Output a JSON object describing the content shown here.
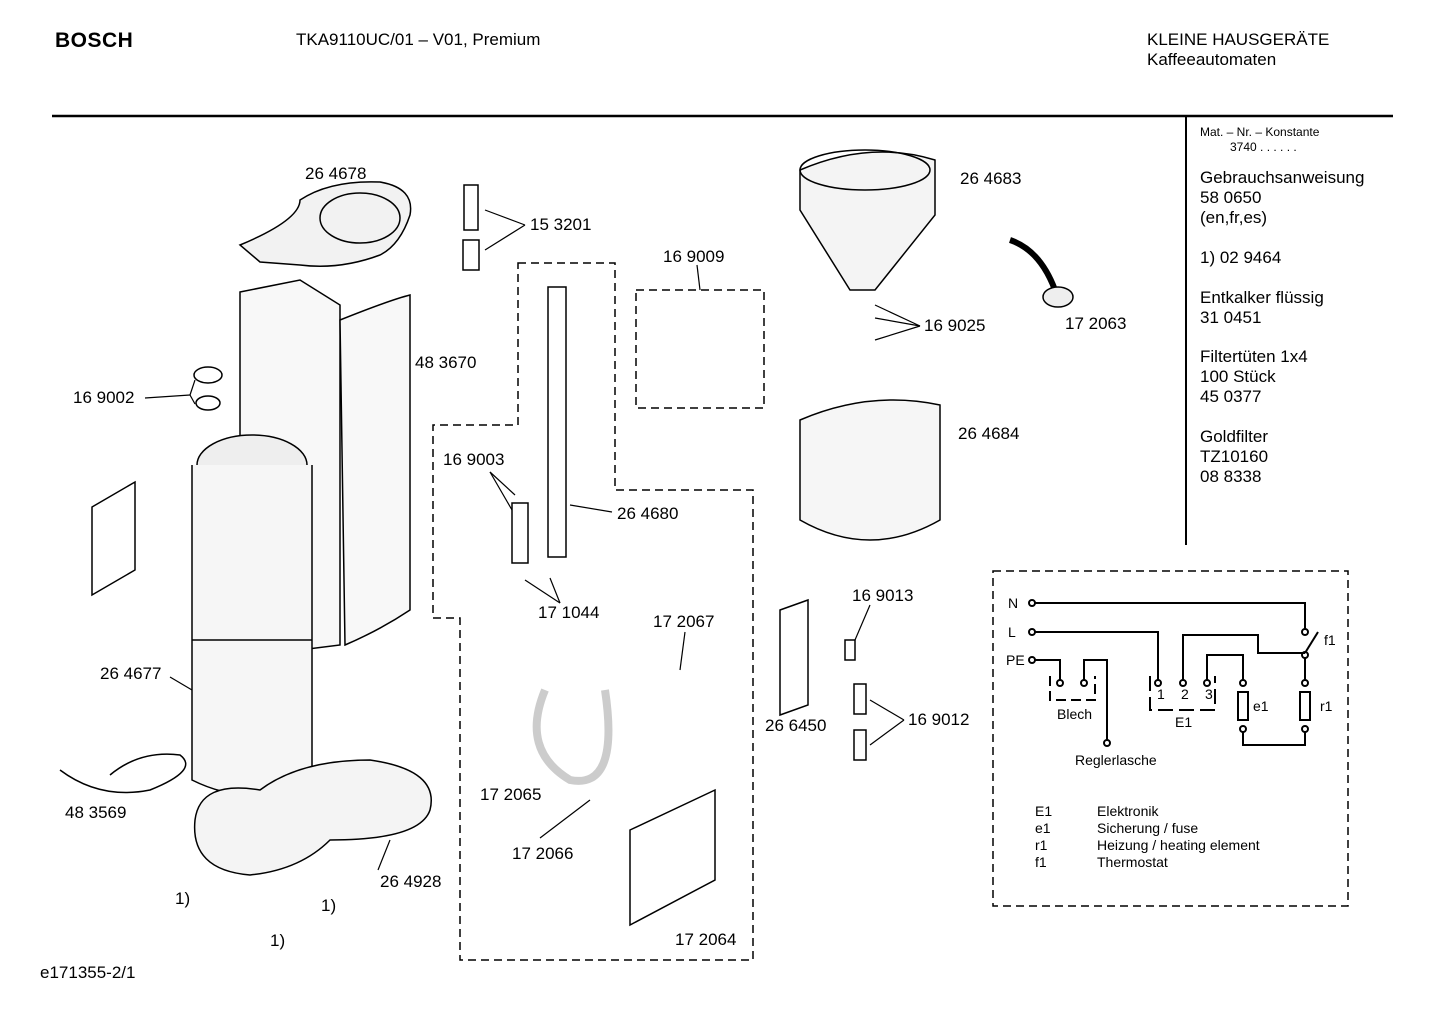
{
  "header": {
    "brand": "BOSCH",
    "model": "TKA9110UC/01 – V01, Premium",
    "category": "KLEINE HAUSGERÄTE",
    "subcategory": "Kaffeeautomaten"
  },
  "parts": [
    "26 4678",
    "15 3201",
    "16 9009",
    "26 4683",
    "48 3670",
    "16 9002",
    "16 9025",
    "17 2063",
    "26 4684",
    "16 9003",
    "26 4680",
    "17 1044",
    "17 2067",
    "16 9013",
    "26 4677",
    "26 6450",
    "16 9012",
    "48 3569",
    "17 2065",
    "17 2066",
    "26 4928",
    "17 2064"
  ],
  "footnote_marker": "1)",
  "info_panel": {
    "mat_nr": "Mat. – Nr. – Konstante",
    "mat_value": "3740  .  .  .  .  .  .",
    "manual_title": "Gebrauchsanweisung",
    "manual_nr": "58 0650",
    "manual_lang": "(en,fr,es)",
    "footnote_part": "1)  02 9464",
    "descaler": "Entkalker flüssig",
    "descaler_nr": "31 0451",
    "filters": "Filtertüten 1x4",
    "filters_qty": "100 Stück",
    "filters_nr": "45 0377",
    "goldfilter": "Goldfilter",
    "goldfilter_model": "TZ10160",
    "goldfilter_nr": "08 8338"
  },
  "wiring": {
    "N": "N",
    "L": "L",
    "PE": "PE",
    "blech": "Blech",
    "regler": "Reglerlasche",
    "t1": "1",
    "t2": "2",
    "t3": "3",
    "E1": "E1",
    "e1": "e1",
    "r1": "r1",
    "f1": "f1",
    "legend": [
      {
        "code": "E1",
        "desc": "Elektronik"
      },
      {
        "code": "e1",
        "desc": "Sicherung / fuse"
      },
      {
        "code": "r1",
        "desc": "Heizung / heating element"
      },
      {
        "code": "f1",
        "desc": "Thermostat"
      }
    ]
  },
  "footer": {
    "doc_id": "e171355-2/1"
  }
}
